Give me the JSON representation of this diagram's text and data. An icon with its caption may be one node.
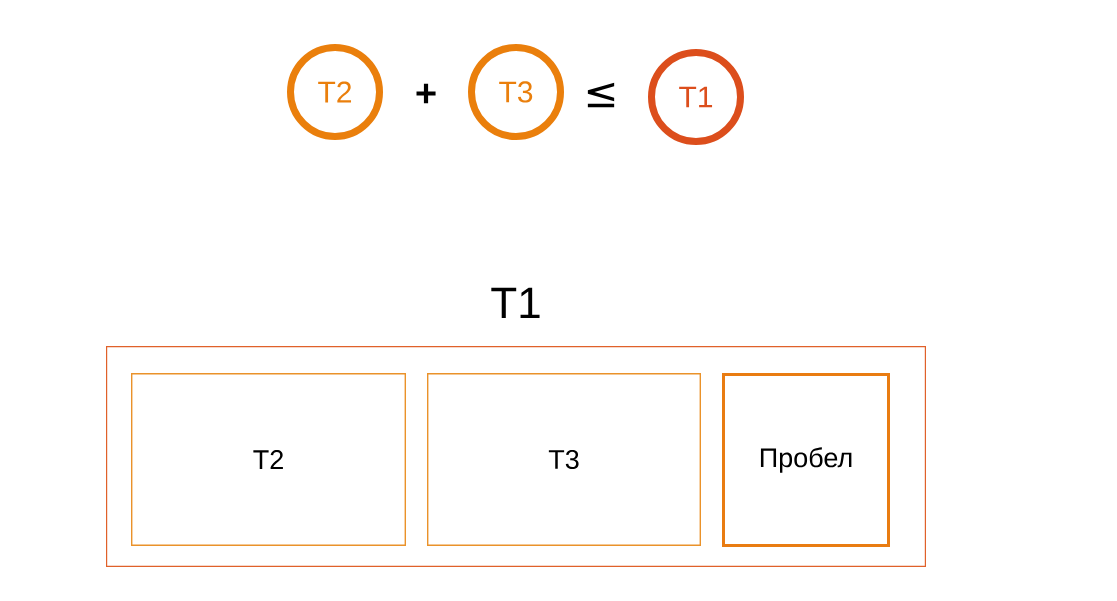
{
  "diagram": {
    "nodes": [
      {
        "text": [
          "T2"
        ]
      },
      {
        "text": [
          "T3"
        ]
      },
      {
        "text": [
          "T1"
        ]
      },
      {
        "text": [
          "T1"
        ]
      },
      {
        "text": [
          "T2"
        ],
        "in": 3
      },
      {
        "text": [
          "T3"
        ],
        "in": 3
      },
      {
        "text": [
          "Пробел"
        ],
        "in": 3
      }
    ],
    "labels": [
      "+",
      "≤"
    ]
  }
}
